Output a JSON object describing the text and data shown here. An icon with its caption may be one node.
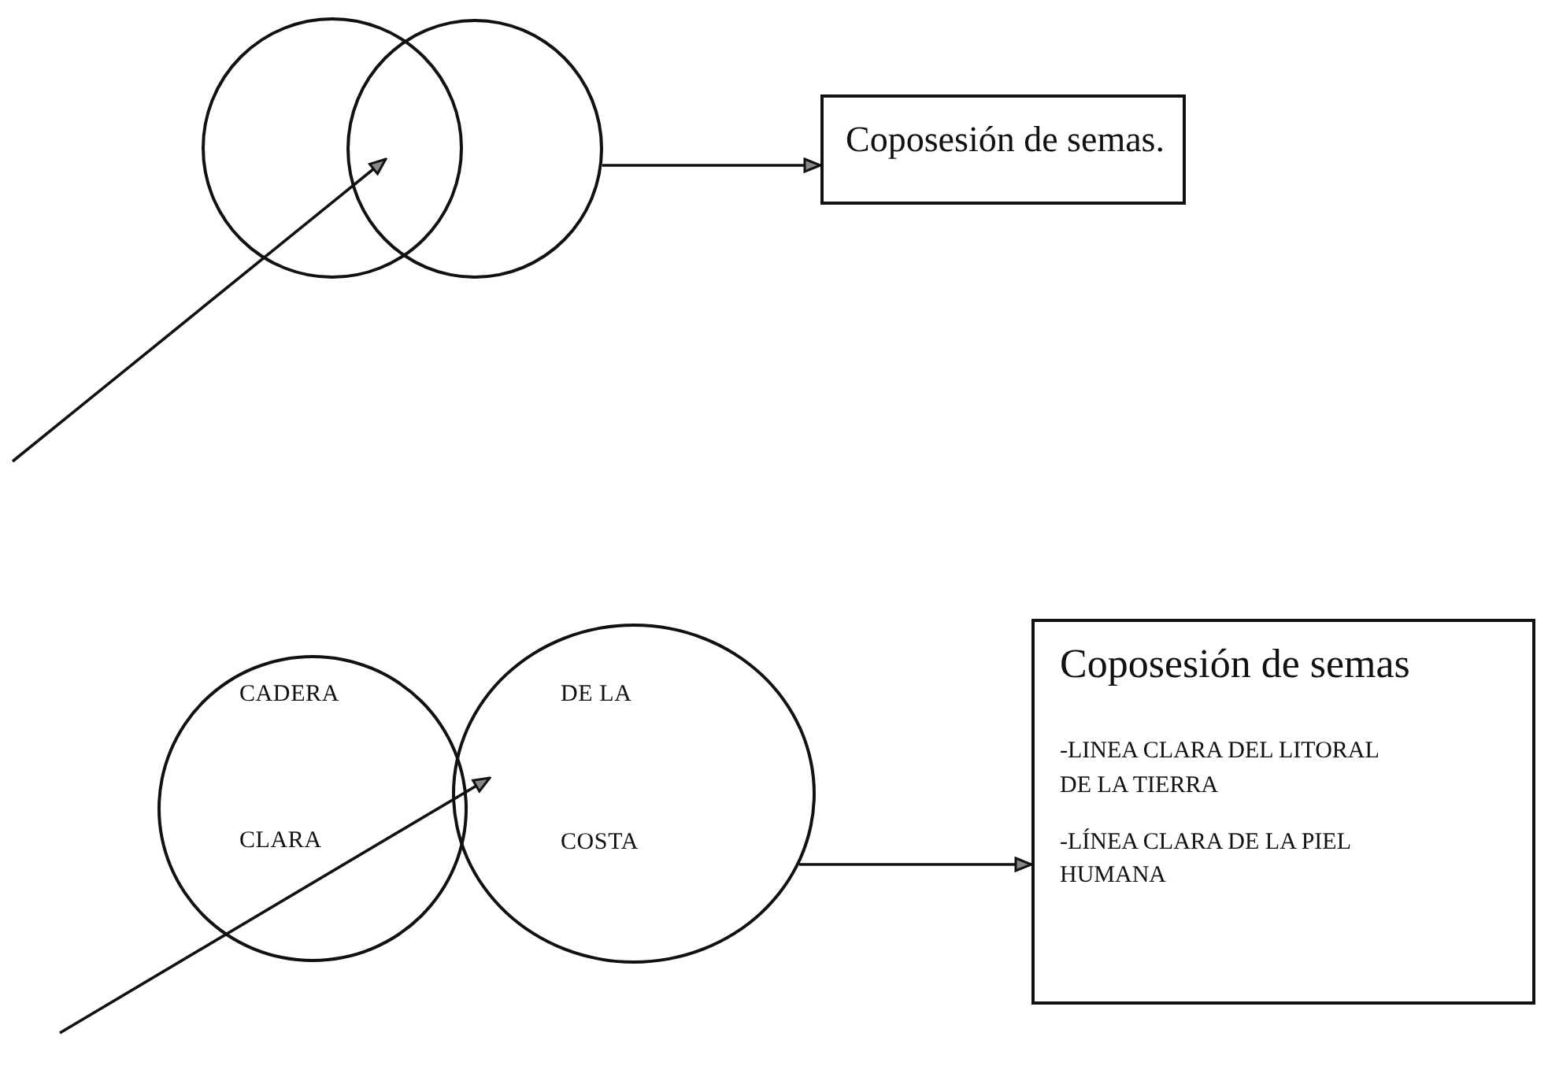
{
  "diagram": {
    "nodes": [
      {
        "text": [],
        "shape": "circle"
      },
      {
        "text": [],
        "shape": "circle"
      },
      {
        "text": [
          "Coposesión de semas."
        ]
      },
      {
        "text": [
          "CADERA",
          "CLARA"
        ]
      },
      {
        "text": [
          "DE LA",
          "COSTA"
        ]
      },
      {
        "text": [
          "Coposesión de semas",
          "-LINEA CLARA DEL LITORAL DE LA TIERRA",
          "-LÍNEA CLARA DE LA PIEL HUMANA"
        ]
      }
    ],
    "edges": [
      {
        "from": null,
        "to": 1,
        "arrow": "to"
      },
      {
        "from": 1,
        "to": 2,
        "arrow": "to"
      },
      {
        "from": null,
        "to": 4,
        "arrow": "to"
      },
      {
        "from": 4,
        "to": 5,
        "arrow": "to"
      }
    ]
  }
}
